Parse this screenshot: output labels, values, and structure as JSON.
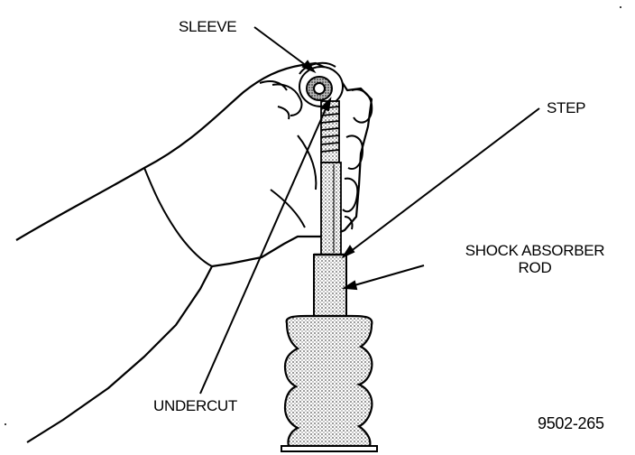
{
  "labels": {
    "sleeve": "SLEEVE",
    "step": "STEP",
    "shock_absorber_line1": "SHOCK ABSORBER",
    "shock_absorber_line2": "ROD",
    "undercut": "UNDERCUT",
    "figure_number": "9502-265"
  }
}
